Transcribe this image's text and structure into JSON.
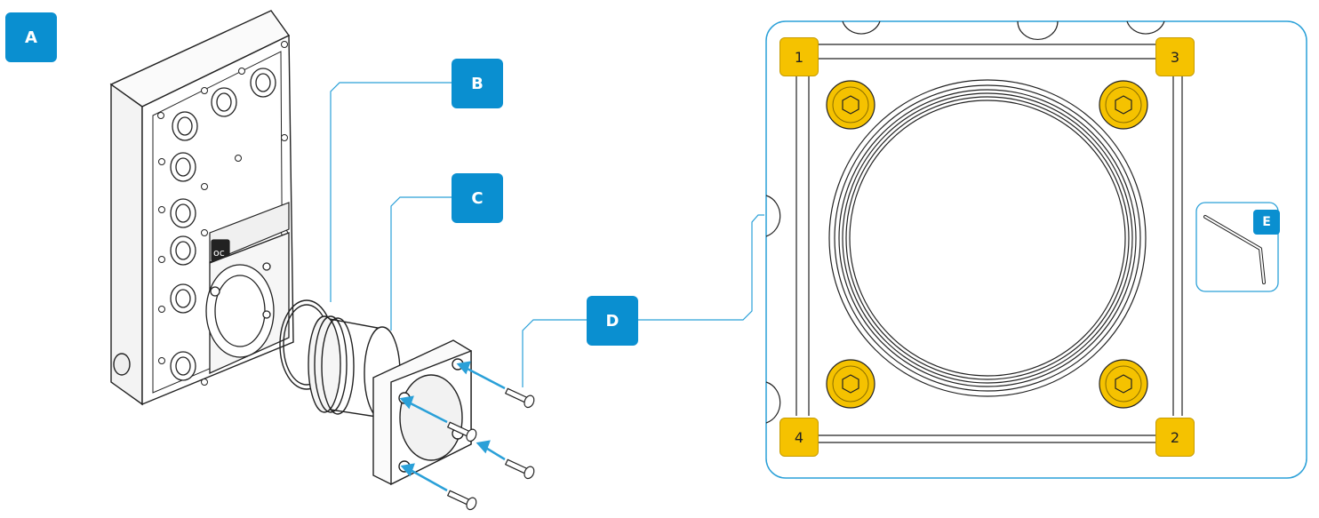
{
  "labels": {
    "A": "A",
    "B": "B",
    "C": "C",
    "D": "D",
    "E": "E"
  },
  "screw_order": {
    "top_left": "1",
    "top_right": "3",
    "bottom_left": "4",
    "bottom_right": "2"
  },
  "colors": {
    "label_blue": "#0a8fd0",
    "leader_blue": "#2aa0d8",
    "screw_yellow": "#f5c200",
    "line_dark": "#222222"
  }
}
